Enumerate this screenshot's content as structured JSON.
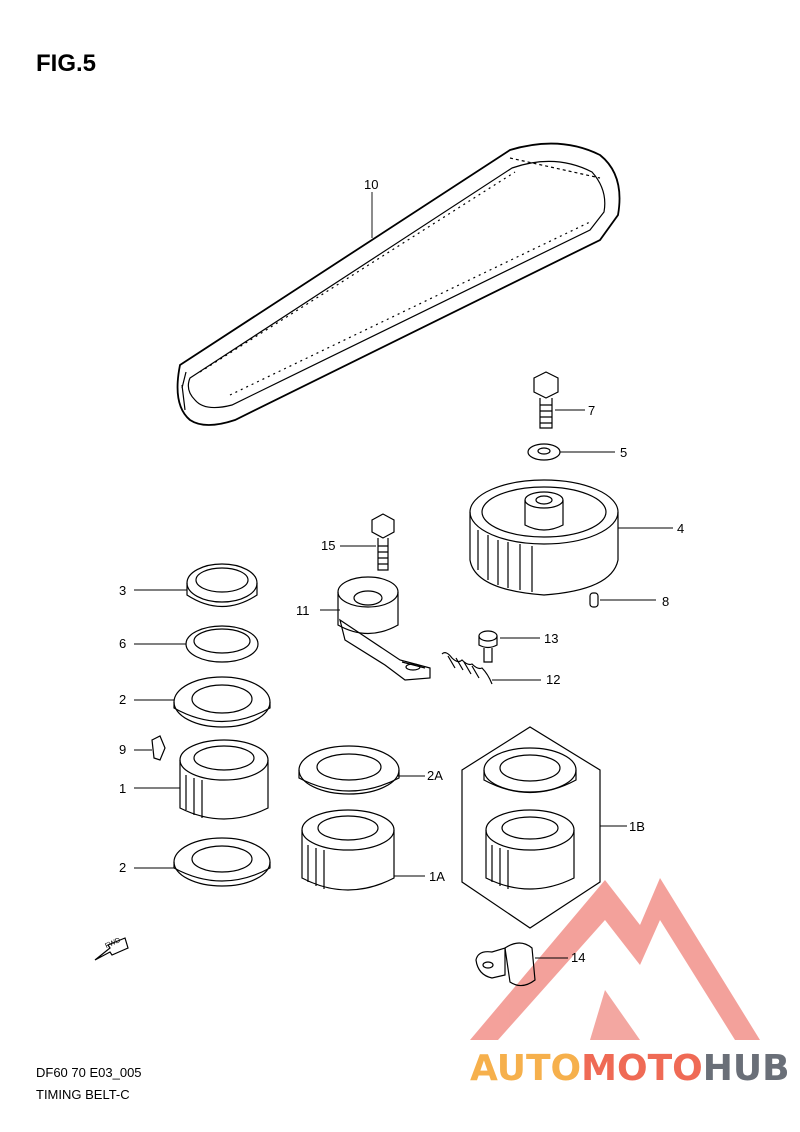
{
  "figure": {
    "title": "FIG.5"
  },
  "parts": [
    {
      "ref": "10"
    },
    {
      "ref": "7"
    },
    {
      "ref": "5"
    },
    {
      "ref": "4"
    },
    {
      "ref": "15"
    },
    {
      "ref": "3"
    },
    {
      "ref": "11"
    },
    {
      "ref": "8"
    },
    {
      "ref": "6"
    },
    {
      "ref": "13"
    },
    {
      "ref": "12"
    },
    {
      "ref": "2"
    },
    {
      "ref": "9"
    },
    {
      "ref": "2A"
    },
    {
      "ref": "1"
    },
    {
      "ref": "1B"
    },
    {
      "ref": "2"
    },
    {
      "ref": "1A"
    },
    {
      "ref": "14"
    }
  ],
  "fwd_marker": "FWD",
  "footer": {
    "code": "DF60 70 E03_005",
    "name": "TIMING BELT-C"
  },
  "watermark": {
    "part1": "AUTO",
    "part2": "MOTO",
    "part3": "HUB"
  },
  "colors": {
    "line": "#000000",
    "watermark_red": "#f0827a",
    "watermark_orange": "#f6b04c",
    "watermark_gray": "#6a6f78"
  }
}
